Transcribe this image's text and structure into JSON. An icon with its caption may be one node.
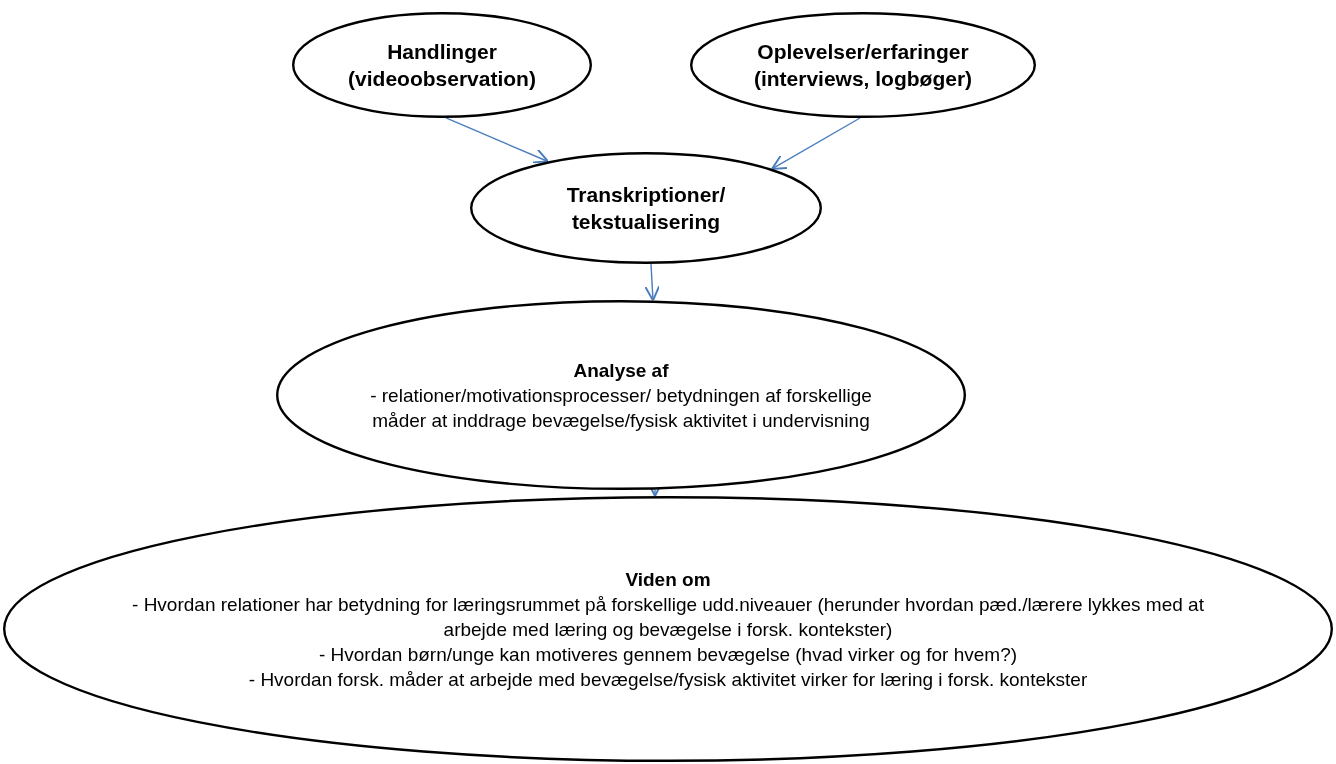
{
  "diagram": {
    "nodes": [
      {
        "text": [
          "Handlinger (videoobservation)"
        ]
      },
      {
        "text": [
          "Oplevelser/erfaringer (interviews, logbøger)"
        ]
      },
      {
        "text": [
          "Transkriptioner/ tekstualisering"
        ]
      },
      {
        "text": [
          "Analyse af",
          "- relationer/motivationsprocesser/ betydningen af forskellige måder at inddrage bevægelse/fysisk aktivitet i undervisning"
        ]
      },
      {
        "text": [
          "Viden om",
          "- Hvordan relationer har betydning for læringsrummet på forskellige udd.niveauer (herunder hvordan pæd./lærere lykkes med at arbejde med læring og bevægelse i forsk. kontekster)",
          "- Hvordan børn/unge kan motiveres gennem bevægelse (hvad virker og for hvem?)",
          "- Hvordan forsk. måder at arbejde med bevægelse/fysisk aktivitet virker for læring i forsk. kontekster"
        ]
      }
    ],
    "edges": [
      {
        "from": 0,
        "to": 2,
        "arrow": "to"
      },
      {
        "from": 1,
        "to": 2,
        "arrow": "to"
      },
      {
        "from": 2,
        "to": 3,
        "arrow": "to"
      },
      {
        "from": 3,
        "to": 4,
        "arrow": "to"
      }
    ]
  }
}
